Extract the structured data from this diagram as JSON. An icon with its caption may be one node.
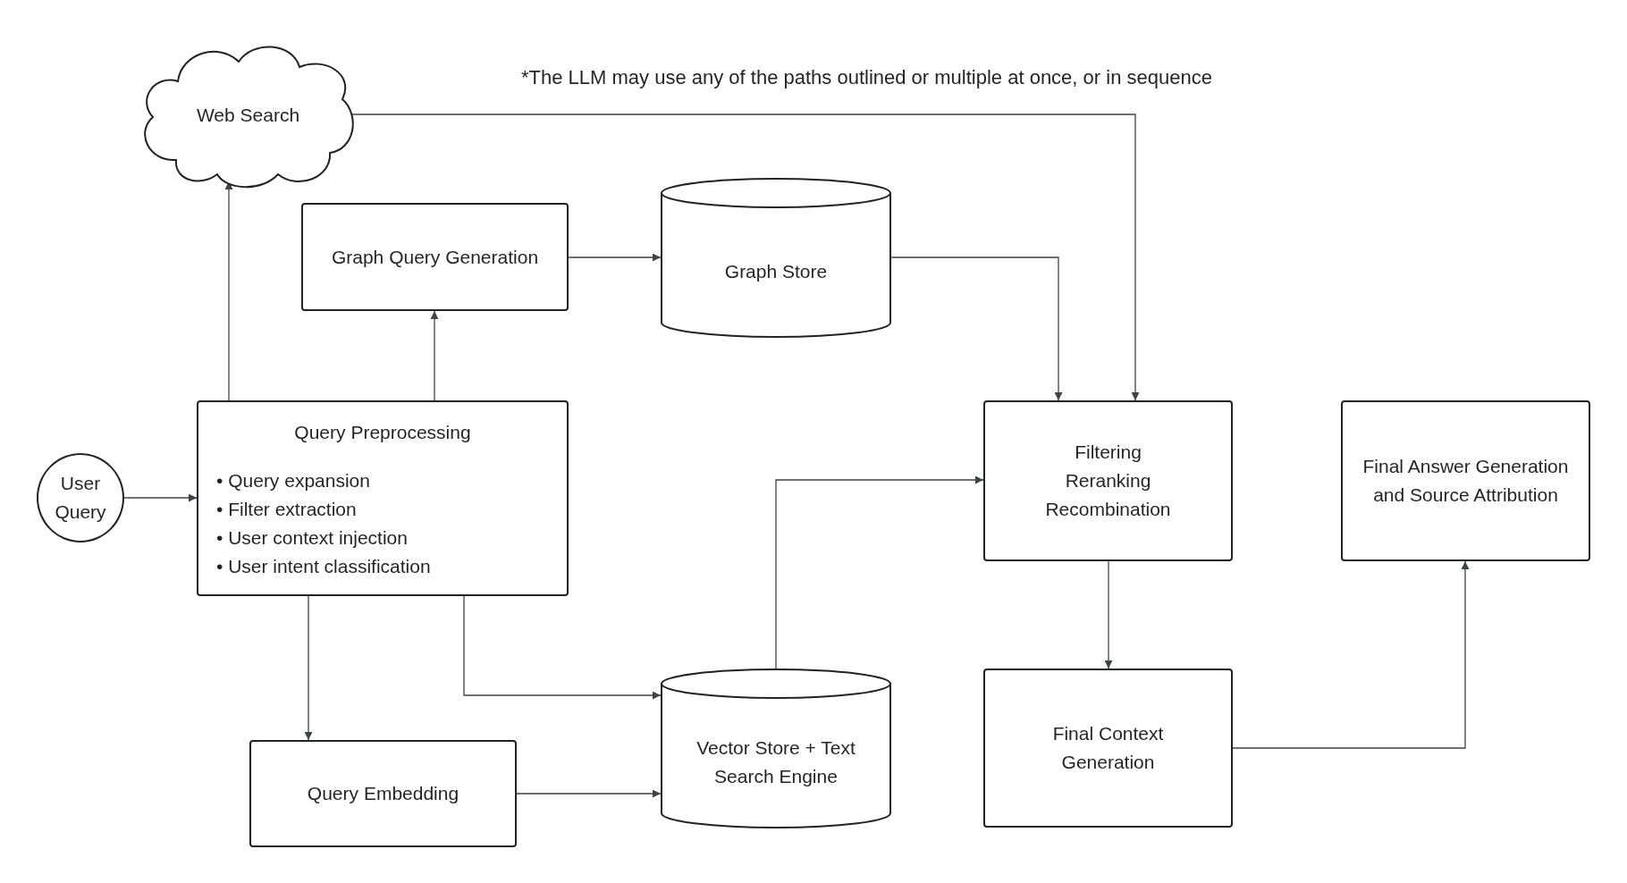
{
  "diagram": {
    "nodes": [
      {
        "text": [
          "Web Search"
        ]
      },
      {
        "text": [
          "Graph Query Generation"
        ]
      },
      {
        "text": [
          "Graph Store"
        ]
      },
      {
        "text": [
          "User Query"
        ]
      },
      {
        "text": [
          "Query Preprocessing",
          "• Query expansion",
          "• Filter extraction",
          "• User context injection",
          "• User intent classification"
        ]
      },
      {
        "text": [
          "Filtering Reranking Recombination"
        ]
      },
      {
        "text": [
          "Final Answer Generation and Source Attribution"
        ]
      },
      {
        "text": [
          "Vector Store + Text Search Engine"
        ]
      },
      {
        "text": [
          "Final Context Generation"
        ]
      },
      {
        "text": [
          "Query Embedding"
        ]
      }
    ],
    "edges": [
      {
        "from": 3,
        "to": 4,
        "arrow": "to"
      },
      {
        "from": 4,
        "to": 0,
        "arrow": "to"
      },
      {
        "from": 4,
        "to": 1,
        "arrow": "to"
      },
      {
        "from": 1,
        "to": 2,
        "arrow": "to"
      },
      {
        "from": 2,
        "to": 5,
        "arrow": "to"
      },
      {
        "from": 0,
        "to": 5,
        "arrow": "to"
      },
      {
        "from": 4,
        "to": 9,
        "arrow": "to"
      },
      {
        "from": 4,
        "to": 7,
        "arrow": "to"
      },
      {
        "from": 9,
        "to": 7,
        "arrow": "to"
      },
      {
        "from": 7,
        "to": 5,
        "arrow": "to"
      },
      {
        "from": 5,
        "to": 8,
        "arrow": "to"
      },
      {
        "from": 8,
        "to": 6,
        "arrow": "to"
      }
    ],
    "labels": [
      "*The LLM may use any of the paths outlined or multiple at once, or in sequence"
    ]
  }
}
